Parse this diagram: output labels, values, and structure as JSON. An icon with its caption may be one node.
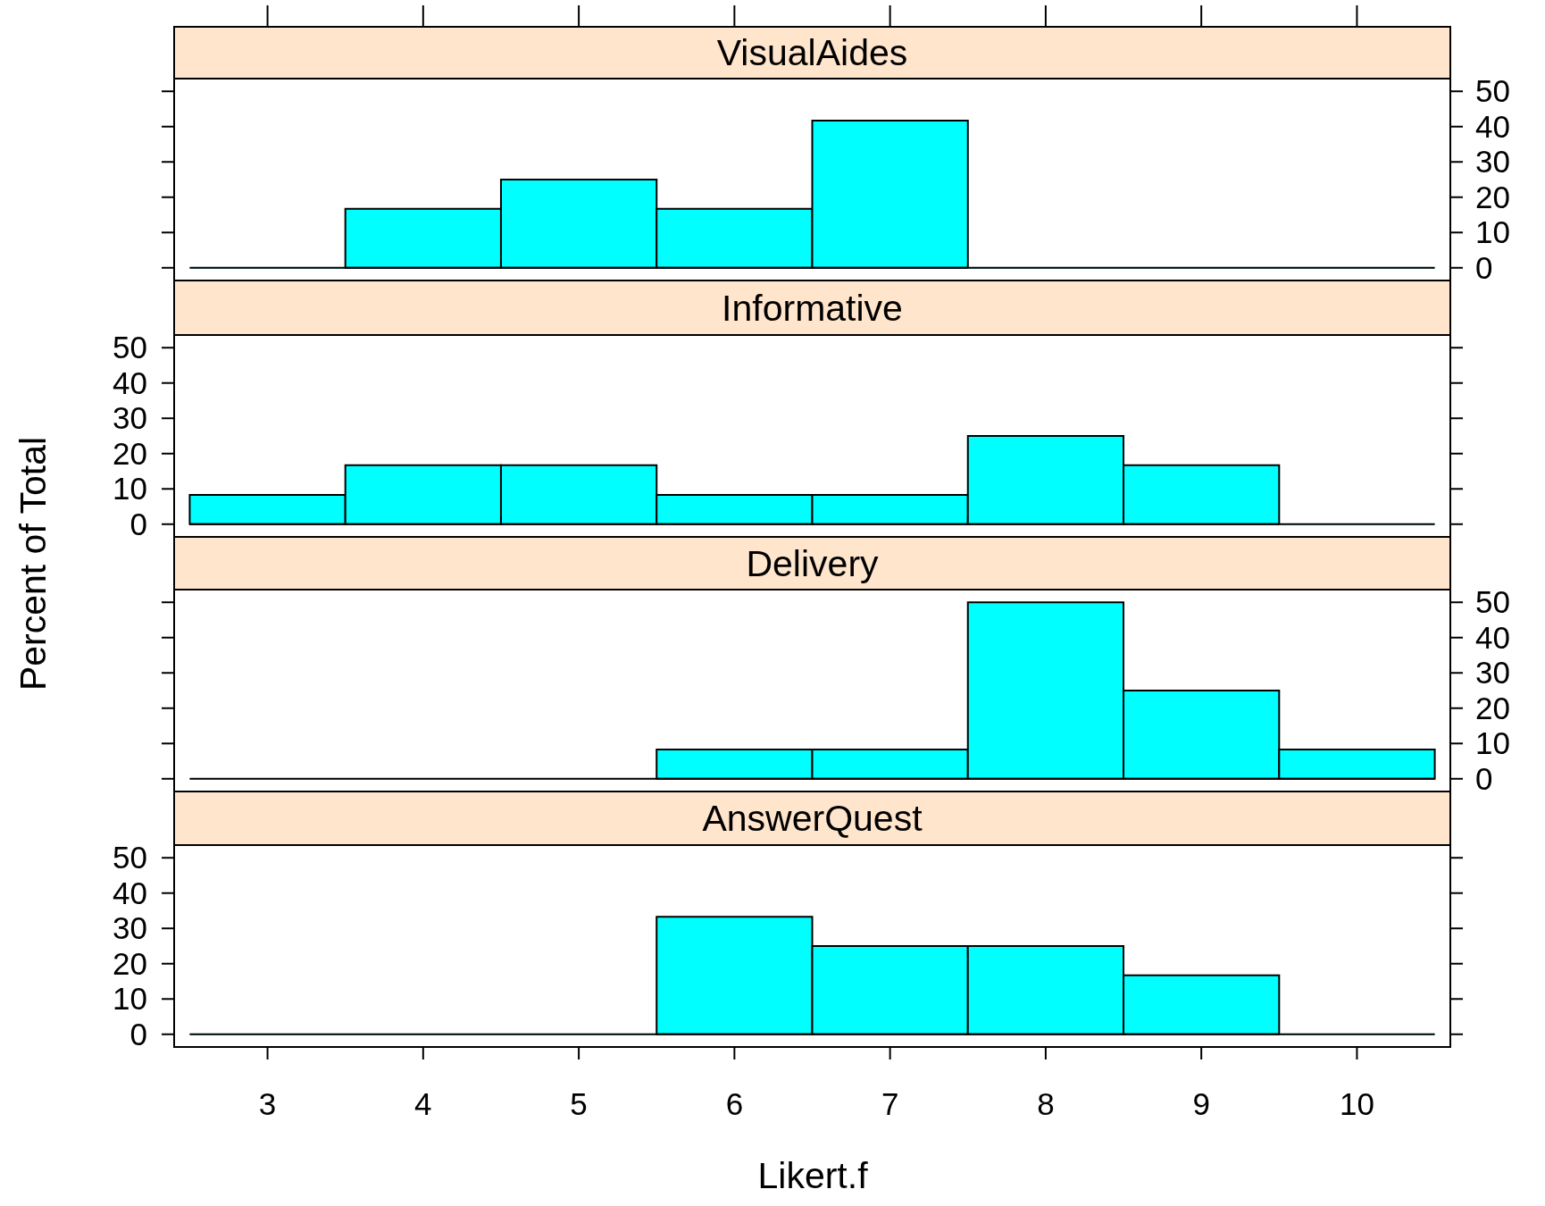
{
  "diagram": {
    "labels": [
      "Percent of Total",
      "Likert.f"
    ],
    "chart_data": [
      {
        "type": "bar",
        "title": "VisualAides",
        "x": [
          3,
          4,
          5,
          6,
          7,
          8,
          9,
          10
        ],
        "series": [
          {
            "color": "#00ffff",
            "values": [
              0,
              16.7,
              25,
              16.7,
              41.7,
              0,
              0,
              0
            ]
          }
        ],
        "xlim": [
          2.4,
          10.6
        ],
        "ylim": [
          -3.6,
          53.6
        ],
        "yticks": [
          0,
          10,
          20,
          30,
          40,
          50
        ]
      },
      {
        "type": "bar",
        "title": "Informative",
        "x": [
          3,
          4,
          5,
          6,
          7,
          8,
          9,
          10
        ],
        "series": [
          {
            "color": "#00ffff",
            "values": [
              8.3,
              16.7,
              16.7,
              8.3,
              8.3,
              25,
              16.7,
              0
            ]
          }
        ],
        "xlim": [
          2.4,
          10.6
        ],
        "ylim": [
          -3.6,
          53.6
        ],
        "yticks": [
          0,
          10,
          20,
          30,
          40,
          50
        ]
      },
      {
        "type": "bar",
        "title": "Delivery",
        "x": [
          3,
          4,
          5,
          6,
          7,
          8,
          9,
          10
        ],
        "series": [
          {
            "color": "#00ffff",
            "values": [
              0,
              0,
              0,
              8.3,
              8.3,
              50,
              25,
              8.3
            ]
          }
        ],
        "xlim": [
          2.4,
          10.6
        ],
        "ylim": [
          -3.6,
          53.6
        ],
        "yticks": [
          0,
          10,
          20,
          30,
          40,
          50
        ]
      },
      {
        "type": "bar",
        "title": "AnswerQuest",
        "x": [
          3,
          4,
          5,
          6,
          7,
          8,
          9,
          10
        ],
        "series": [
          {
            "color": "#00ffff",
            "values": [
              0,
              0,
              0,
              33.3,
              25,
              25,
              16.7,
              0
            ]
          }
        ],
        "xlim": [
          2.4,
          10.6
        ],
        "ylim": [
          -3.6,
          53.6
        ],
        "xticks": [
          3,
          4,
          5,
          6,
          7,
          8,
          9,
          10
        ],
        "yticks": [
          0,
          10,
          20,
          30,
          40,
          50
        ]
      }
    ]
  }
}
